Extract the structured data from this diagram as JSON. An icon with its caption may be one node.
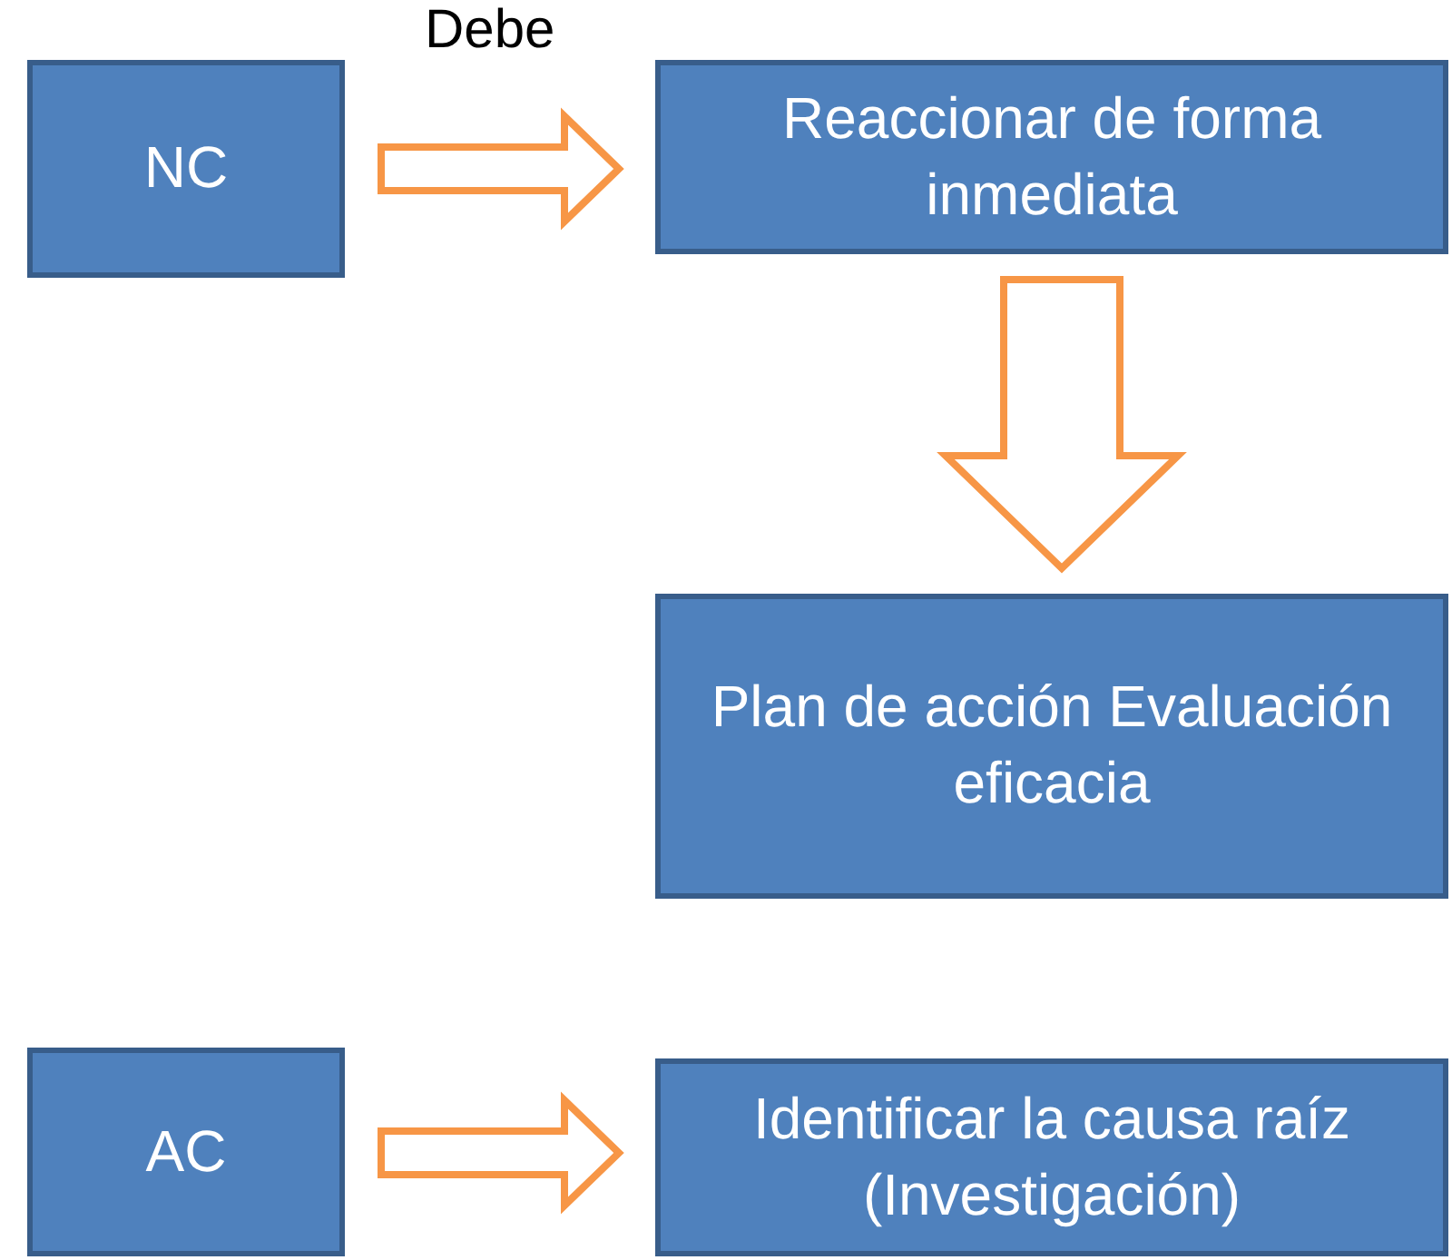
{
  "diagram": {
    "nodes": [
      {
        "text": [
          "NC"
        ]
      },
      {
        "text": [
          "Reaccionar de forma inmediata"
        ]
      },
      {
        "text": [
          "Plan de acción Evaluación eficacia"
        ]
      },
      {
        "text": [
          "AC"
        ]
      },
      {
        "text": [
          "Identificar la causa raíz (Investigación)"
        ]
      }
    ],
    "edges": [
      {
        "from": 0,
        "to": 1,
        "arrow": "to",
        "label": "Debe"
      },
      {
        "from": 1,
        "to": 2,
        "arrow": "to"
      },
      {
        "from": 3,
        "to": 4,
        "arrow": "to"
      }
    ]
  }
}
